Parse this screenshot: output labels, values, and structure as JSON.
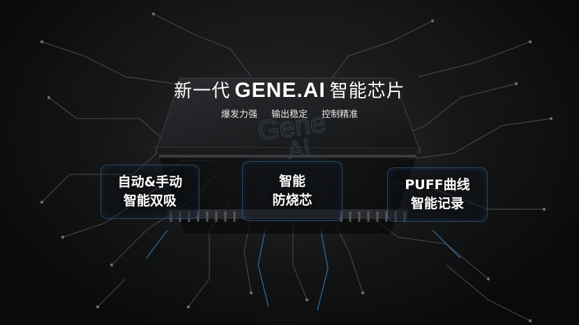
{
  "title": {
    "prefix": "新一代",
    "brand": "GENE.AI",
    "suffix": "智能芯片"
  },
  "subtitle": {
    "items": [
      "爆发力强",
      "输出稳定",
      "控制精准"
    ]
  },
  "chip_engraving": {
    "line1": "Gene",
    "line2": "AI"
  },
  "features": [
    {
      "line1": "自动&手动",
      "line2": "智能双吸"
    },
    {
      "line1": "智能",
      "line2": "防烧芯"
    },
    {
      "line1": "PUFF曲线",
      "line2": "智能记录"
    }
  ],
  "colors": {
    "accent_blue": "#3a78b4",
    "chip_body": "#1c1d1f",
    "background": "#0b0b0c"
  }
}
